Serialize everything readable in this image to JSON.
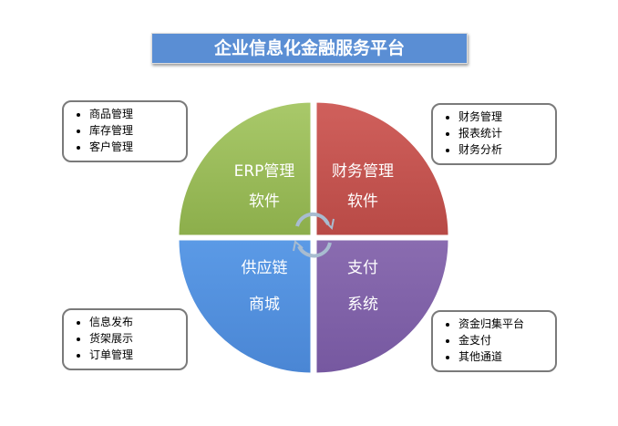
{
  "title": "企业信息化金融服务平台",
  "quadrants": [
    {
      "line1": "ERP管理",
      "line2": "软件",
      "color": "#9bbb59"
    },
    {
      "line1": "财务管理",
      "line2": "软件",
      "color": "#c0504d"
    },
    {
      "line1": "供应链",
      "line2": "商城",
      "color": "#4f8fdc"
    },
    {
      "line1": "支付",
      "line2": "系统",
      "color": "#8064a2"
    }
  ],
  "callouts": {
    "tl": [
      "商品管理",
      "库存管理",
      "客户管理"
    ],
    "tr": [
      "财务管理",
      "报表统计",
      "财务分析"
    ],
    "bl": [
      "信息发布",
      "货架展示",
      "订单管理"
    ],
    "br": [
      "资金归集平台",
      "金支付",
      "其他通道"
    ]
  }
}
